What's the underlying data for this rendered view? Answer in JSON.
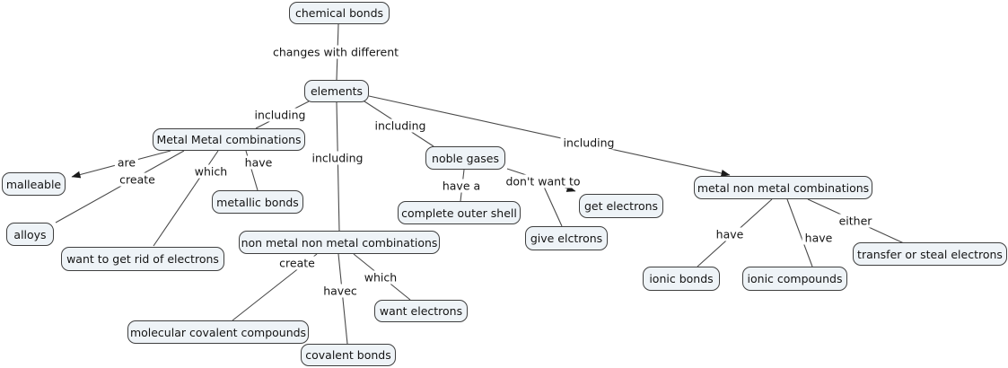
{
  "map": {
    "colors": {
      "background": "#ffffff",
      "node_fill": "#eef3f7",
      "node_border": "#3f3f3f",
      "line": "#4a4a4a",
      "arrowhead": "#1a1a1a",
      "text": "#141414"
    },
    "nodes": [
      {
        "id": "chemical-bonds",
        "label": "chemical bonds"
      },
      {
        "id": "elements",
        "label": "elements"
      },
      {
        "id": "metal-metal-combinations",
        "label": "Metal Metal combinations"
      },
      {
        "id": "malleable",
        "label": "malleable"
      },
      {
        "id": "alloys",
        "label": "alloys"
      },
      {
        "id": "want-to-get-rid-of-electrons",
        "label": "want to get rid of electrons"
      },
      {
        "id": "metallic-bonds",
        "label": "metallic bonds"
      },
      {
        "id": "noble-gases",
        "label": "noble gases"
      },
      {
        "id": "complete-outer-shell",
        "label": "complete outer shell"
      },
      {
        "id": "get-electrons",
        "label": "get electrons"
      },
      {
        "id": "give-elctrons",
        "label": "give elctrons"
      },
      {
        "id": "non-metal-non-metal-combinations",
        "label": "non metal non metal combinations"
      },
      {
        "id": "molecular-covalent-compounds",
        "label": "molecular covalent compounds"
      },
      {
        "id": "covalent-bonds",
        "label": "covalent bonds"
      },
      {
        "id": "want-electrons",
        "label": "want electrons"
      },
      {
        "id": "metal-non-metal-combinations",
        "label": "metal non metal combinations"
      },
      {
        "id": "ionic-bonds",
        "label": "ionic bonds"
      },
      {
        "id": "ionic-compounds",
        "label": "ionic compounds"
      },
      {
        "id": "transfer-or-steal-electrons",
        "label": "transfer or steal electrons"
      }
    ],
    "links": [
      {
        "label": "changes with different",
        "from": "chemical bonds",
        "to": [
          "elements"
        ],
        "arrow": false
      },
      {
        "label": "including",
        "from": "elements",
        "to": [
          "Metal Metal combinations"
        ],
        "arrow": false
      },
      {
        "label": "including",
        "from": "elements",
        "to": [
          "non metal non metal combinations"
        ],
        "arrow": false
      },
      {
        "label": "including",
        "from": "elements",
        "to": [
          "noble gases"
        ],
        "arrow": false
      },
      {
        "label": "including",
        "from": "elements",
        "to": [
          "metal non metal combinations"
        ],
        "arrow": true
      },
      {
        "label": "are",
        "from": "Metal Metal combinations",
        "to": [
          "malleable"
        ],
        "arrow": true
      },
      {
        "label": "create",
        "from": "Metal Metal combinations",
        "to": [
          "alloys"
        ],
        "arrow": false
      },
      {
        "label": "which",
        "from": "Metal Metal combinations",
        "to": [
          "want to get rid of electrons"
        ],
        "arrow": false
      },
      {
        "label": "have",
        "from": "Metal Metal combinations",
        "to": [
          "metallic bonds"
        ],
        "arrow": false
      },
      {
        "label": "have a",
        "from": "noble gases",
        "to": [
          "complete outer shell"
        ],
        "arrow": false
      },
      {
        "label": "don't want to",
        "from": "noble gases",
        "to": [
          "get electrons",
          "give elctrons"
        ],
        "arrow": true
      },
      {
        "label": "create",
        "from": "non metal non metal combinations",
        "to": [
          "molecular covalent compounds"
        ],
        "arrow": false
      },
      {
        "label": "havec",
        "from": "non metal non metal combinations",
        "to": [
          "covalent bonds"
        ],
        "arrow": false
      },
      {
        "label": "which",
        "from": "non metal non metal combinations",
        "to": [
          "want electrons"
        ],
        "arrow": false
      },
      {
        "label": "have",
        "from": "metal non metal combinations",
        "to": [
          "ionic bonds"
        ],
        "arrow": false
      },
      {
        "label": "have",
        "from": "metal non metal combinations",
        "to": [
          "ionic compounds"
        ],
        "arrow": false
      },
      {
        "label": "either",
        "from": "metal non metal combinations",
        "to": [
          "transfer or steal electrons"
        ],
        "arrow": false
      }
    ]
  }
}
